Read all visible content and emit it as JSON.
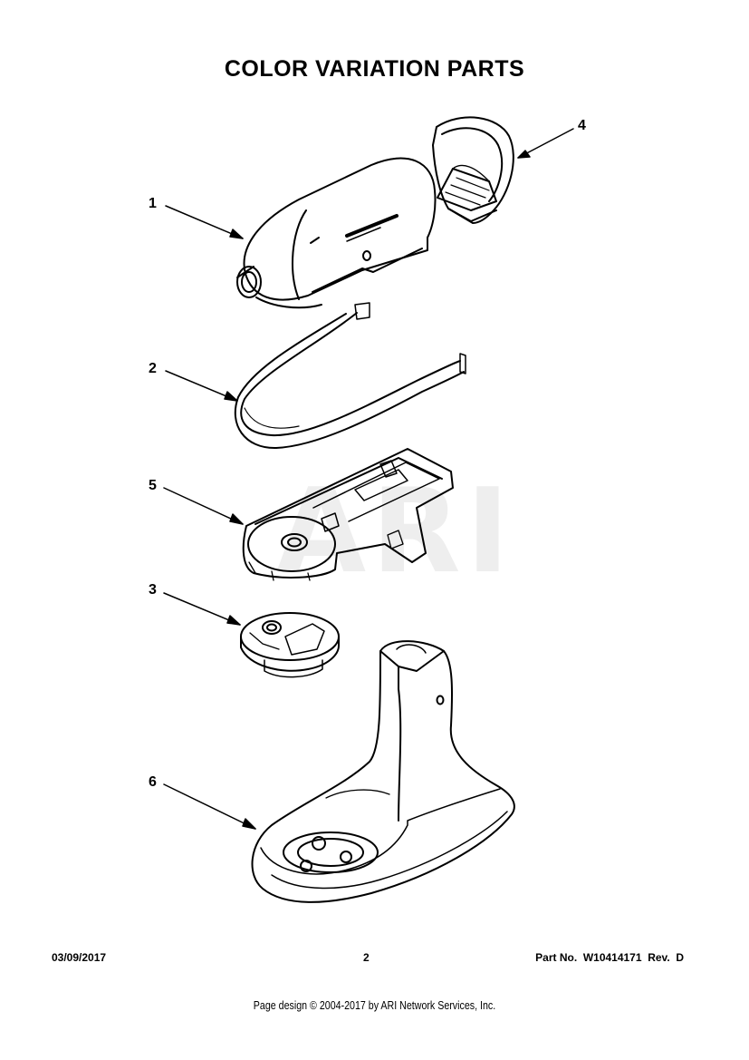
{
  "page": {
    "title": "COLOR VARIATION PARTS",
    "watermark": "ARI"
  },
  "callouts": [
    {
      "label": "1",
      "part": "motor-housing"
    },
    {
      "label": "2",
      "part": "trim-band"
    },
    {
      "label": "3",
      "part": "planetary-housing-cover"
    },
    {
      "label": "4",
      "part": "rear-cover"
    },
    {
      "label": "5",
      "part": "gear-case"
    },
    {
      "label": "6",
      "part": "pedestal-base"
    }
  ],
  "footer": {
    "date": "03/09/2017",
    "page_number": "2",
    "part_number": "Part No.  W10414171  Rev.  D",
    "copyright": "Page design © 2004-2017 by ARI Network Services, Inc."
  }
}
